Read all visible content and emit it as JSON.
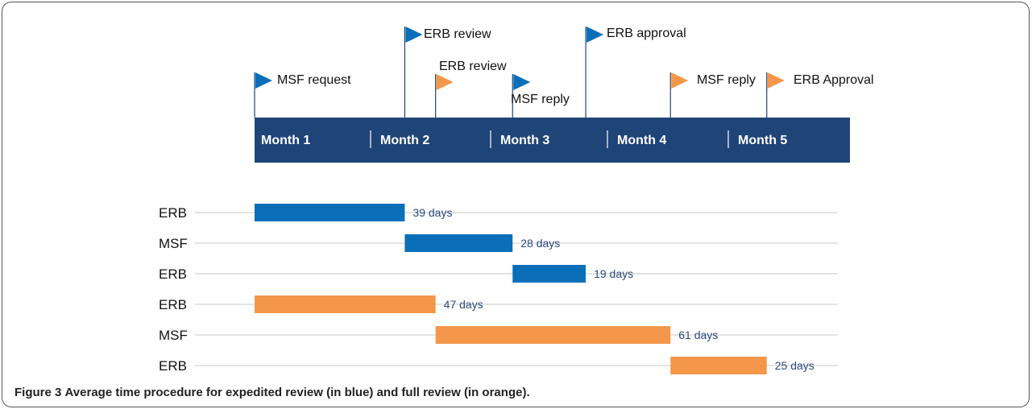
{
  "colors": {
    "timeline_band": "#1f4478",
    "expedited": "#0a6fb8",
    "full": "#f4974a",
    "guide": "#c9c9c9",
    "duration_text": "#2a4a7c"
  },
  "months": [
    "Month 1",
    "Month 2",
    "Month 3",
    "Month 4",
    "Month 5"
  ],
  "flags": [
    {
      "label": "MSF request",
      "color": "expedited",
      "day": 0
    },
    {
      "label": "ERB review",
      "color": "expedited",
      "day": 39
    },
    {
      "label": "ERB review",
      "color": "full",
      "day": 47
    },
    {
      "label": "MSF reply",
      "color": "expedited",
      "day": 67
    },
    {
      "label": "ERB approval",
      "color": "expedited",
      "day": 86
    },
    {
      "label": "MSF reply",
      "color": "full",
      "day": 108
    },
    {
      "label": "ERB Approval",
      "color": "full",
      "day": 133
    }
  ],
  "rows": [
    {
      "label": "ERB",
      "start": 0,
      "days": 39,
      "duration_label": "39 days",
      "color": "expedited"
    },
    {
      "label": "MSF",
      "start": 39,
      "days": 28,
      "duration_label": "28 days",
      "color": "expedited"
    },
    {
      "label": "ERB",
      "start": 67,
      "days": 19,
      "duration_label": "19 days",
      "color": "expedited"
    },
    {
      "label": "ERB",
      "start": 0,
      "days": 47,
      "duration_label": "47 days",
      "color": "full"
    },
    {
      "label": "MSF",
      "start": 47,
      "days": 61,
      "duration_label": "61 days",
      "color": "full"
    },
    {
      "label": "ERB",
      "start": 108,
      "days": 25,
      "duration_label": "25 days",
      "color": "full"
    }
  ],
  "caption": {
    "figure_label": "Figure 3",
    "text": "Average time procedure for expedited review (in blue) and full review (in orange)."
  }
}
